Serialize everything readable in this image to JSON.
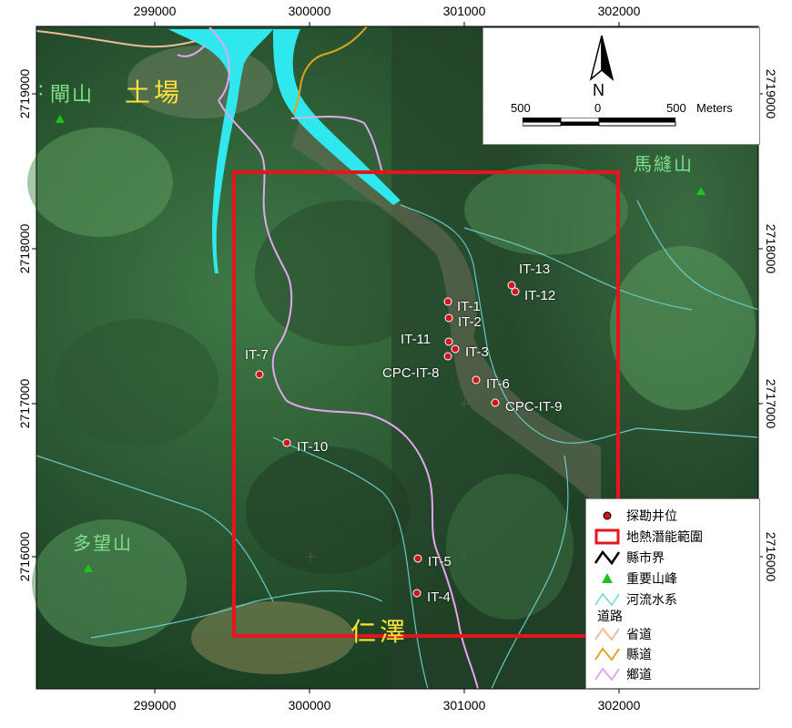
{
  "map": {
    "x_ticks": [
      "299000",
      "300000",
      "301000",
      "302000"
    ],
    "y_ticks": [
      "2719000",
      "2718000",
      "2717000",
      "2716000"
    ],
    "place_names": {
      "tuchang": "土場",
      "mafengshan": "馬縫山",
      "zhashan": "閘山",
      "zhashan_partial": "∶",
      "duowangshan": "多望山",
      "renze": "仁澤"
    },
    "wells": [
      {
        "id": "IT-13",
        "label": "IT-13"
      },
      {
        "id": "IT-12",
        "label": "IT-12"
      },
      {
        "id": "IT-1",
        "label": "IT-1"
      },
      {
        "id": "IT-2",
        "label": "IT-2"
      },
      {
        "id": "IT-11",
        "label": "IT-11"
      },
      {
        "id": "IT-3",
        "label": "IT-3"
      },
      {
        "id": "CPC-IT-8",
        "label": "CPC-IT-8"
      },
      {
        "id": "IT-6",
        "label": "IT-6"
      },
      {
        "id": "CPC-IT-9",
        "label": "CPC-IT-9"
      },
      {
        "id": "IT-7",
        "label": "IT-7"
      },
      {
        "id": "IT-10",
        "label": "IT-10"
      },
      {
        "id": "IT-5",
        "label": "IT-5"
      },
      {
        "id": "IT-4",
        "label": "IT-4"
      }
    ],
    "colors": {
      "study_area": "#e8141b",
      "well": "#d0151b",
      "peak": "#22c21d",
      "river_major": "#2ee8ee",
      "river_minor": "#6fd6d6",
      "provincial_road": "#f2b99a",
      "county_road": "#e3a21b",
      "township_road": "#e3a6ee",
      "county_border": "#000000",
      "place_text_green": "#7ee08a",
      "place_text_yellow": "#ffe23a"
    }
  },
  "north_arrow": {
    "letter": "N",
    "scale_labels": [
      "500",
      "0",
      "500"
    ],
    "unit": "Meters"
  },
  "legend": {
    "items": [
      {
        "symbol": "well-icon",
        "label": "探勘井位"
      },
      {
        "symbol": "study-area-icon",
        "label": "地熱潛能範圍"
      },
      {
        "symbol": "county-border-icon",
        "label": "縣市界"
      },
      {
        "symbol": "peak-icon",
        "label": "重要山峰"
      },
      {
        "symbol": "river-icon",
        "label": "河流水系"
      }
    ],
    "roads_header": "道路",
    "roads": [
      {
        "symbol": "provincial-road-icon",
        "label": "省道"
      },
      {
        "symbol": "county-road-icon",
        "label": "縣道"
      },
      {
        "symbol": "township-road-icon",
        "label": "鄉道"
      }
    ]
  }
}
